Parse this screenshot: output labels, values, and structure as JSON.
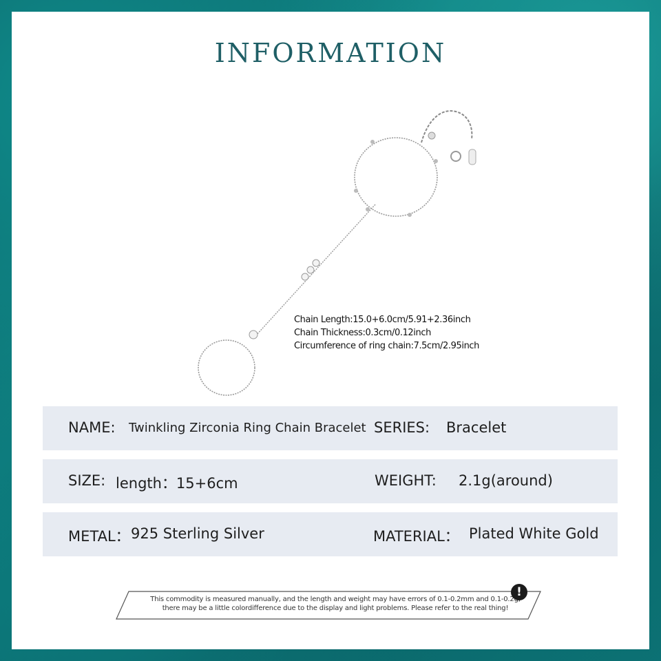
{
  "title": "INFORMATION",
  "image": {
    "alt": "silver ring chain bracelet with zirconia stones"
  },
  "specs": [
    "Chain Length:15.0+6.0cm/5.91+2.36inch",
    "Chain Thickness:0.3cm/0.12inch",
    "Circumference of ring chain:7.5cm/2.95inch"
  ],
  "rows": {
    "name_label": "NAME:",
    "name_value": "Twinkling Zirconia Ring Chain Bracelet",
    "series_label": "SERIES:",
    "series_value": "Bracelet",
    "size_label": "SIZE:",
    "size_value": "length：15+6cm",
    "weight_label": "WEIGHT:",
    "weight_value": "2.1g(around)",
    "metal_label": "METAL：",
    "metal_value": "925 Sterling Silver",
    "material_label": "MATERIAL：",
    "material_value": "Plated White Gold"
  },
  "disclaimer": {
    "line1": "This commodity is measured manually, and the length and weight may have errors of 0.1-0.2mm and 0.1-0.2g,",
    "line2": "there may be a little colordifference due to the display and light problems. Please refer to the real thing!",
    "icon": "!"
  },
  "colors": {
    "frame": "#0f7f80",
    "title": "#1f5f66",
    "row_bg": "#e7ebf2"
  }
}
